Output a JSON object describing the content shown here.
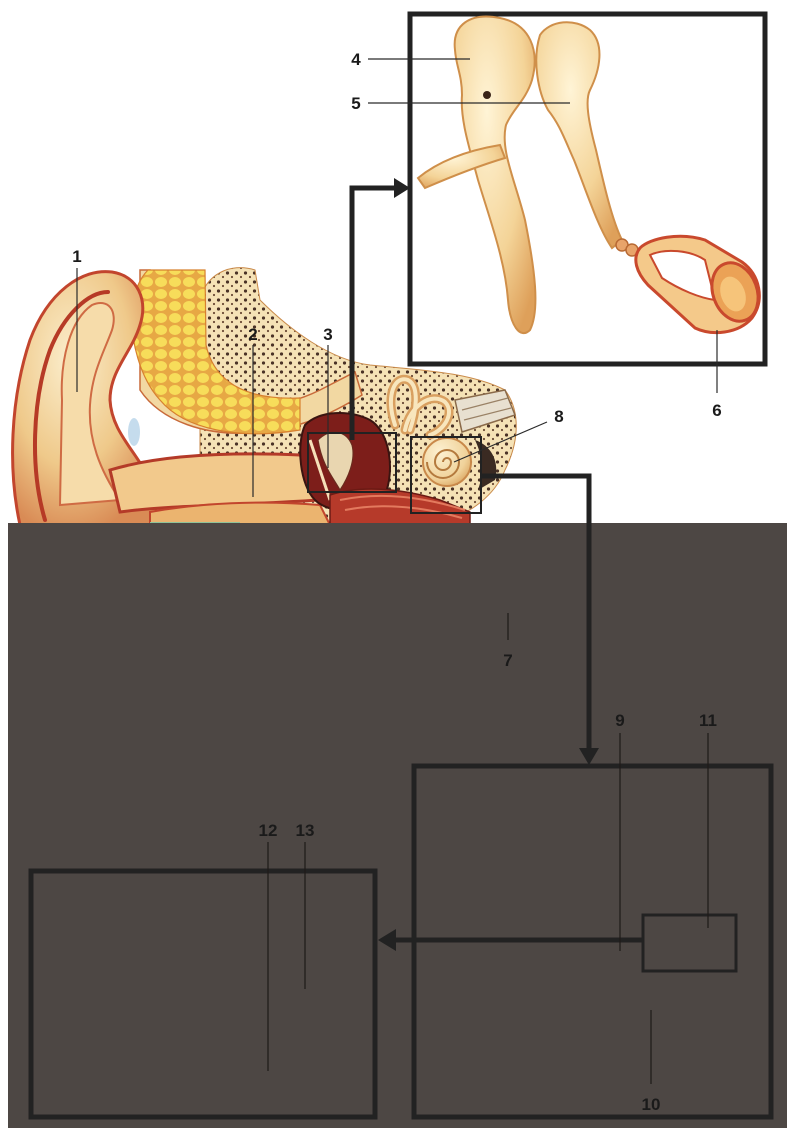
{
  "labels": {
    "l1": "1",
    "l2": "2",
    "l3": "3",
    "l4": "4",
    "l5": "5",
    "l6": "6",
    "l7": "7",
    "l8": "8",
    "l9": "9",
    "l10": "10",
    "l11": "11",
    "l12": "12",
    "l13": "13"
  },
  "colors": {
    "dark_panel": "#4d4744",
    "frame": "#222222",
    "skin_light": "#f6e2b2",
    "skin_mid": "#e9b873",
    "skin_red": "#c1442c",
    "fat_yellow": "#f4d34a",
    "bone_cream": "#f3dcaa",
    "bone_dots": "#5a3a2a",
    "muscle_red": "#a93024"
  },
  "icons": {
    "outer_ear": "auricle-illustration",
    "ossicles": "ossicles-illustration",
    "inner_ear": "cochlea-semicircular-canals-illustration",
    "arrows": "arrow-icon"
  }
}
